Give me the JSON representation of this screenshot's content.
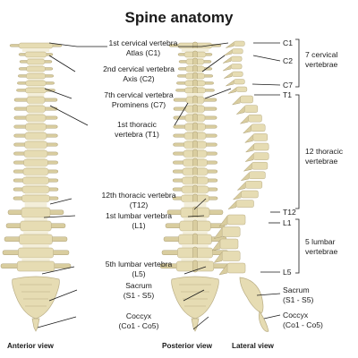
{
  "title": "Spine anatomy",
  "colors": {
    "bone": "#e6dcb3",
    "bone_shade": "#d9cd9f",
    "outline": "#b9ad84",
    "text": "#1a1a1a"
  },
  "views": {
    "anterior": "Anterior view",
    "posterior": "Posterior view",
    "lateral": "Lateral view"
  },
  "center_labels": [
    {
      "line1": "1st cervical vertebra",
      "line2": "Atlas (C1)"
    },
    {
      "line1": "2nd cervical vertebra",
      "line2": "Axis (C2)"
    },
    {
      "line1": "7th cervical vertebra",
      "line2": "Prominens (C7)"
    },
    {
      "line1": "1st thoracic",
      "line2": "vertebra (T1)"
    },
    {
      "line1": "12th thoracic vertebra",
      "line2": "(T12)"
    },
    {
      "line1": "1st lumbar vertebra",
      "line2": "(L1)"
    },
    {
      "line1": "5th lumbar vertebra",
      "line2": "(L5)"
    },
    {
      "line1": "Sacrum",
      "line2": "(S1 - S5)"
    },
    {
      "line1": "Coccyx",
      "line2": "(Co1 - Co5)"
    }
  ],
  "lateral_marks": [
    "C1",
    "C2",
    "C7",
    "T1",
    "T12",
    "L1",
    "L5"
  ],
  "lateral_regions": [
    {
      "line1": "7 cervical",
      "line2": "vertebrae"
    },
    {
      "line1": "12 thoracic",
      "line2": "vertebrae"
    },
    {
      "line1": "5 lumbar",
      "line2": "vertebrae"
    }
  ],
  "lateral_bottom": [
    {
      "line1": "Sacrum",
      "line2": "(S1 - S5)"
    },
    {
      "line1": "Coccyx",
      "line2": "(Co1 - Co5)"
    }
  ]
}
